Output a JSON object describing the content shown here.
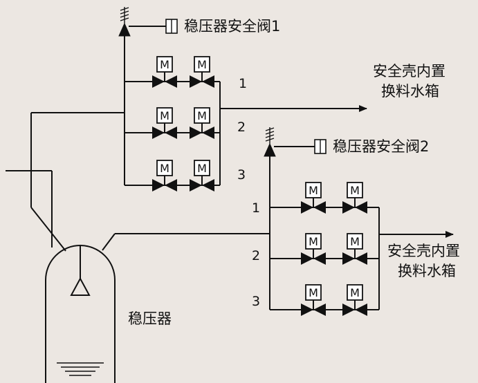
{
  "labels": {
    "safety_valve_1": "稳压器安全阀1",
    "safety_valve_2": "稳压器安全阀2",
    "tank_1_line1": "安全壳内置",
    "tank_1_line2": "换料水箱",
    "tank_2_line1": "安全壳内置",
    "tank_2_line2": "换料水箱",
    "pressurizer": "稳压器",
    "motor_symbol": "M"
  },
  "groups": [
    {
      "name": "group-1",
      "lines": [
        "1",
        "2",
        "3"
      ]
    },
    {
      "name": "group-2",
      "lines": [
        "1",
        "2",
        "3"
      ]
    }
  ],
  "colors": {
    "line": "#111111",
    "background": "#ece7e2"
  }
}
